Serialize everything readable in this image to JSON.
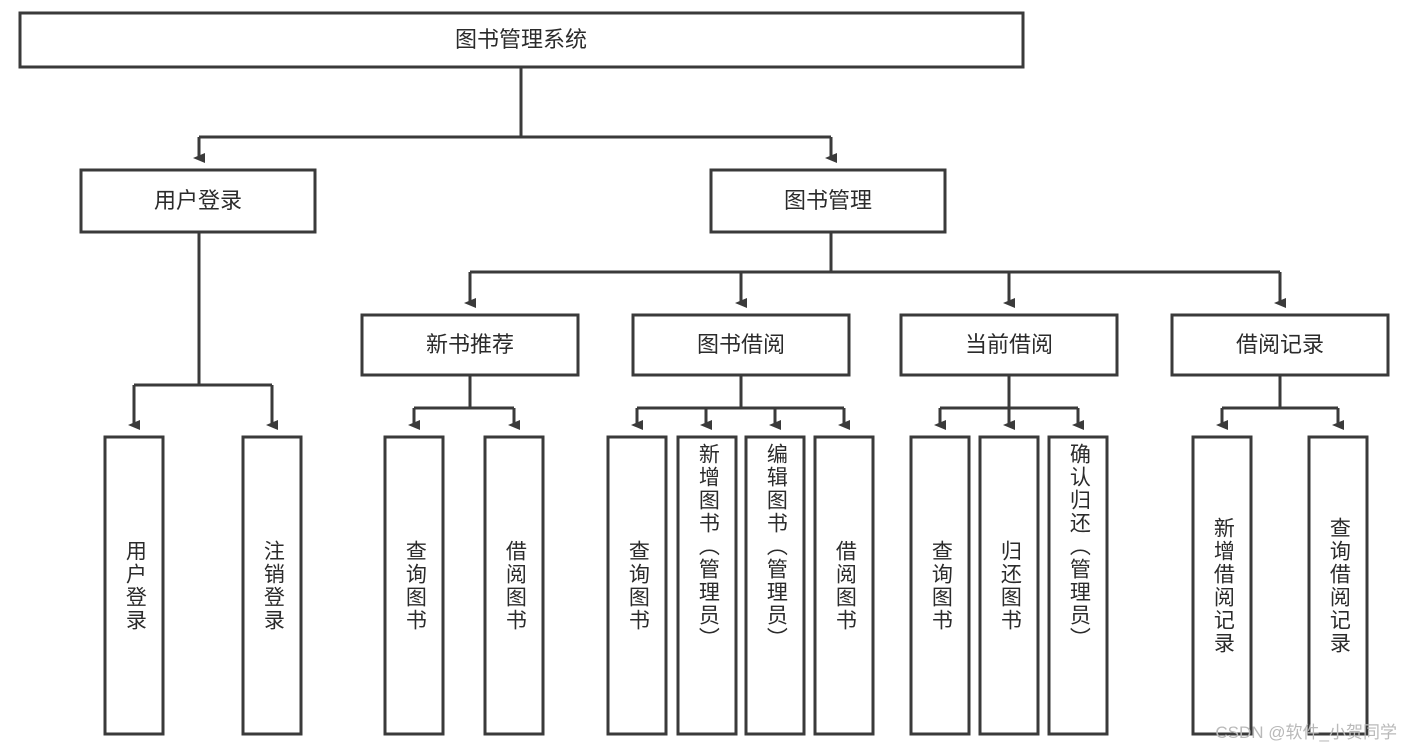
{
  "diagram": {
    "title": "图书管理系统",
    "type": "tree",
    "watermark": "CSDN @软件_小贺同学",
    "colors": {
      "box_stroke": "#3a3a3a",
      "box_fill": "#ffffff",
      "text": "#2b2b2b",
      "background": "#ffffff",
      "watermark": "#b9b9b9"
    },
    "nodes": {
      "root": {
        "label": "图书管理系统",
        "level": 0
      },
      "l1": [
        {
          "id": "user-login",
          "label": "用户登录",
          "level": 1
        },
        {
          "id": "book-manage",
          "label": "图书管理",
          "level": 1
        }
      ],
      "l2": [
        {
          "id": "new-book-rec",
          "label": "新书推荐",
          "level": 2,
          "parent": "book-manage"
        },
        {
          "id": "book-borrow",
          "label": "图书借阅",
          "level": 2,
          "parent": "book-manage"
        },
        {
          "id": "current-borrow",
          "label": "当前借阅",
          "level": 2,
          "parent": "book-manage"
        },
        {
          "id": "borrow-record",
          "label": "借阅记录",
          "level": 2,
          "parent": "book-manage"
        }
      ],
      "leaves": [
        {
          "id": "leaf-user-login",
          "label": "用户登录",
          "parent": "user-login"
        },
        {
          "id": "leaf-logout",
          "label": "注销登录",
          "parent": "user-login"
        },
        {
          "id": "leaf-query-book-1",
          "label": "查询图书",
          "parent": "new-book-rec"
        },
        {
          "id": "leaf-borrow-book-1",
          "label": "借阅图书",
          "parent": "new-book-rec"
        },
        {
          "id": "leaf-query-book-2",
          "label": "查询图书",
          "parent": "book-borrow"
        },
        {
          "id": "leaf-add-book",
          "label": "新增图书（管理员）",
          "parent": "book-borrow"
        },
        {
          "id": "leaf-edit-book",
          "label": "编辑图书（管理员）",
          "parent": "book-borrow"
        },
        {
          "id": "leaf-borrow-book-2",
          "label": "借阅图书",
          "parent": "book-borrow"
        },
        {
          "id": "leaf-query-book-3",
          "label": "查询图书",
          "parent": "current-borrow"
        },
        {
          "id": "leaf-return-book",
          "label": "归还图书",
          "parent": "current-borrow"
        },
        {
          "id": "leaf-confirm-return",
          "label": "确认归还（管理员）",
          "parent": "current-borrow"
        },
        {
          "id": "leaf-add-record",
          "label": "新增借阅记录",
          "parent": "borrow-record"
        },
        {
          "id": "leaf-query-record",
          "label": "查询借阅记录",
          "parent": "borrow-record"
        }
      ]
    }
  }
}
